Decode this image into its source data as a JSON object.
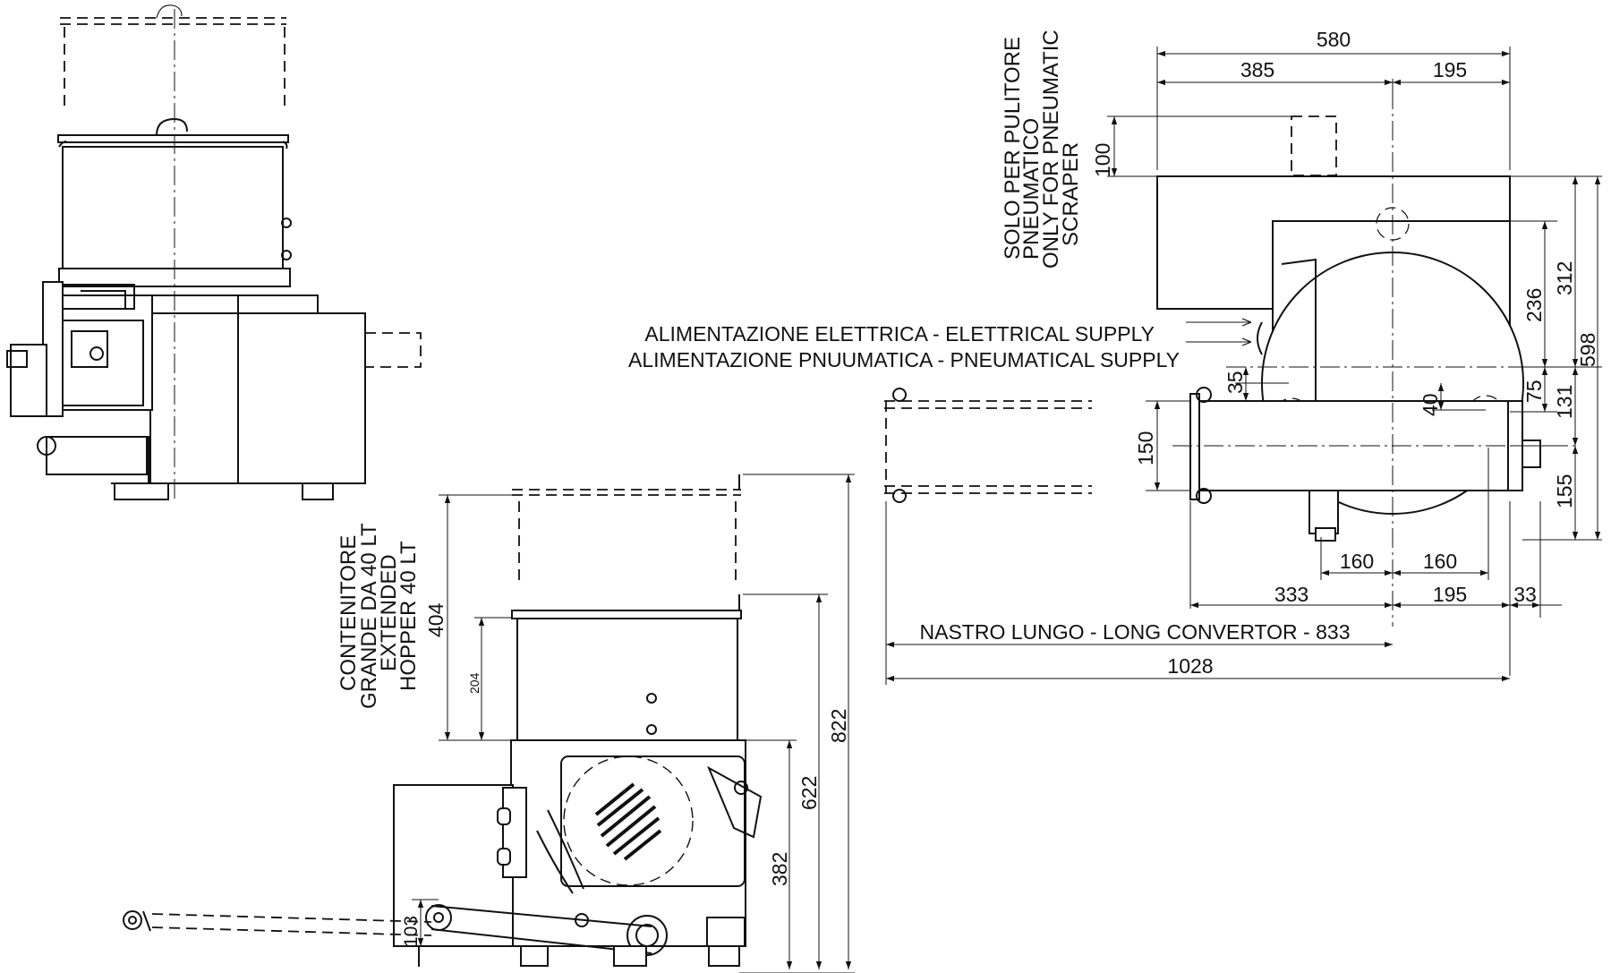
{
  "title": "",
  "notes": {
    "scraper": [
      "SOLO PER PULITORE",
      "PNEUMATICO",
      "ONLY FOR PNEUMATIC",
      "SCRAPER"
    ],
    "supply_electric": "ALIMENTAZIONE ELETTRICA - ELETTRICAL SUPPLY",
    "supply_pneumatic": "ALIMENTAZIONE PNUUMATICA - PNEUMATICAL SUPPLY",
    "hopper": [
      "CONTENITORE",
      "GRANDE DA 40 LT",
      "EXTENDED",
      "HOPPER 40 LT"
    ],
    "long_conveyor": "NASTRO LUNGO - LONG CONVERTOR - 833"
  },
  "dimensions": {
    "top_total_width": "580",
    "top_left_width": "385",
    "top_right_width": "195",
    "scraper_height": "100",
    "right_312": "312",
    "right_236": "236",
    "right_598": "598",
    "right_75": "75",
    "right_131": "131",
    "right_155": "155",
    "left_35": "35",
    "inner_40": "40",
    "left_150": "150",
    "bottom_160_left": "160",
    "bottom_160_right": "160",
    "bottom_333": "333",
    "bottom_195": "195",
    "bottom_33": "33",
    "overall_1028": "1028",
    "hopper_404": "404",
    "hopper_204": "204",
    "height_822": "822",
    "height_622": "622",
    "height_382": "382",
    "height_103": "103"
  }
}
